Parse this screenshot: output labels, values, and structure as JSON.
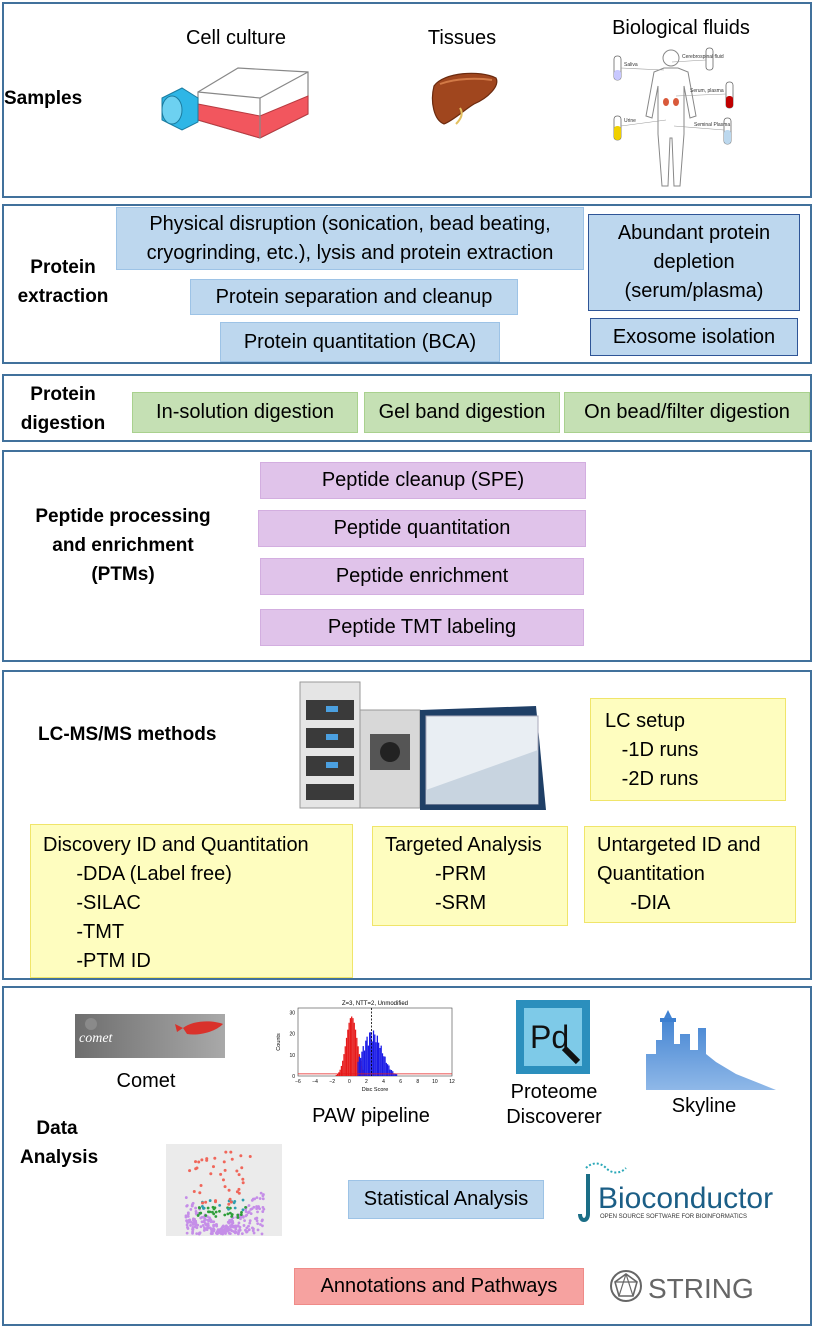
{
  "samples": {
    "label": "Samples",
    "cell_culture": "Cell culture",
    "tissues": "Tissues",
    "biological_fluids": "Biological fluids",
    "fluid_labels": [
      "Saliva",
      "Cerebrospinal fluid",
      "Serum, plasma",
      "Urine",
      "Seminal Plasma"
    ]
  },
  "protein_extraction": {
    "label_line1": "Protein",
    "label_line2": "extraction",
    "disruption_line1": "Physical disruption (sonication, bead beating,",
    "disruption_line2": "cryogrinding, etc.), lysis and protein extraction",
    "separation": "Protein separation and cleanup",
    "quantitation": "Protein quantitation (BCA)",
    "depletion_line1": "Abundant protein",
    "depletion_line2": "depletion",
    "depletion_line3": "(serum/plasma)",
    "exosome": "Exosome isolation"
  },
  "protein_digestion": {
    "label_line1": "Protein",
    "label_line2": "digestion",
    "in_solution": "In-solution digestion",
    "gel_band": "Gel band digestion",
    "on_bead": "On bead/filter digestion"
  },
  "peptide_processing": {
    "label_line1": "Peptide processing",
    "label_line2": "and enrichment",
    "label_line3": "(PTMs)",
    "cleanup": "Peptide cleanup (SPE)",
    "quantitation": "Peptide quantitation",
    "enrichment": "Peptide enrichment",
    "tmt": "Peptide TMT labeling"
  },
  "lcms": {
    "label": "LC-MS/MS methods",
    "lc_setup": [
      "LC setup",
      "   -1D runs",
      "   -2D runs"
    ],
    "discovery": [
      "Discovery ID and Quantitation",
      "      -DDA (Label free)",
      "      -SILAC",
      "      -TMT",
      "      -PTM ID"
    ],
    "targeted": [
      "Targeted Analysis",
      "         -PRM",
      "         -SRM"
    ],
    "untargeted": [
      "Untargeted ID and",
      "Quantitation",
      "      -DIA"
    ]
  },
  "data_analysis": {
    "label_line1": "Data",
    "label_line2": "Analysis",
    "comet": "Comet",
    "comet_logo_text": "comet",
    "paw": "PAW pipeline",
    "paw_plot_title": "Z=3, NTT=2, Unmodified",
    "paw_xlabel": "Disc Score",
    "paw_ylabel": "Counts",
    "paw_xticks": [
      "−6",
      "−4",
      "−2",
      "0",
      "2",
      "4",
      "6",
      "8",
      "10",
      "12"
    ],
    "paw_yticks": [
      "0",
      "10",
      "20",
      "30"
    ],
    "pd_line1": "Proteome",
    "pd_line2": "Discoverer",
    "pd_logo": "Pd",
    "skyline": "Skyline",
    "statistical": "Statistical Analysis",
    "bioconductor": "Bioconductor",
    "bioconductor_tagline": "OPEN SOURCE SOFTWARE FOR BIOINFORMATICS",
    "annotations": "Annotations and Pathways",
    "string": "STRING"
  },
  "colors": {
    "panel_border": "#41719c",
    "blue": "#bdd7ee",
    "green": "#c5e0b4",
    "purple": "#e0c3ea",
    "yellow": "#fefdbf",
    "pink": "#f6a2a0"
  }
}
